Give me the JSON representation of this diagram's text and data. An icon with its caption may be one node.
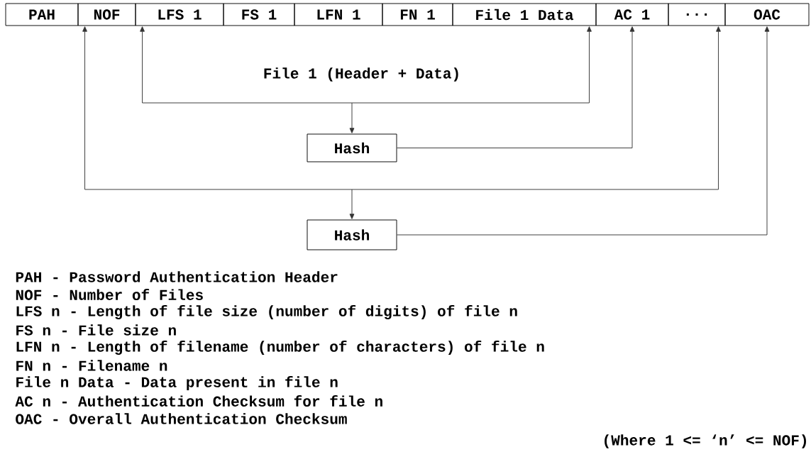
{
  "diagram": {
    "nodes": [
      {
        "text": [
          "PAH"
        ]
      },
      {
        "text": [
          "NOF"
        ]
      },
      {
        "text": [
          "LFS 1"
        ]
      },
      {
        "text": [
          "FS 1"
        ]
      },
      {
        "text": [
          "LFN 1"
        ]
      },
      {
        "text": [
          "FN 1"
        ]
      },
      {
        "text": [
          "File 1 Data"
        ]
      },
      {
        "text": [
          "AC 1"
        ]
      },
      {
        "text": [
          "..."
        ]
      },
      {
        "text": [
          "OAC"
        ]
      },
      {
        "text": [
          "Hash"
        ]
      },
      {
        "text": [
          "Hash"
        ]
      }
    ],
    "edges": [
      {
        "from": 2,
        "to": 10,
        "arrow": "both"
      },
      {
        "from": 6,
        "to": 10,
        "arrow": "both"
      },
      {
        "from": 10,
        "to": 7,
        "arrow": "to"
      },
      {
        "from": 1,
        "to": 11,
        "arrow": "both"
      },
      {
        "from": 8,
        "to": 11,
        "arrow": "both"
      },
      {
        "from": 11,
        "to": 9,
        "arrow": "to"
      }
    ],
    "labels": [
      "File 1 (Header + Data)",
      "PAH - Password Authentication Header",
      "NOF - Number of Files",
      "LFS n - Length of file size (number of digits) of file n",
      "FS n - File size n",
      "LFN n - Length of filename (number of characters) of file n",
      "FN n - Filename n",
      "File n Data - Data present in file n",
      "AC n - Authentication Checksum for file n",
      "OAC - Overall Authentication Checksum",
      "(Where 1 <= ‘n’ <= NOF)"
    ]
  }
}
